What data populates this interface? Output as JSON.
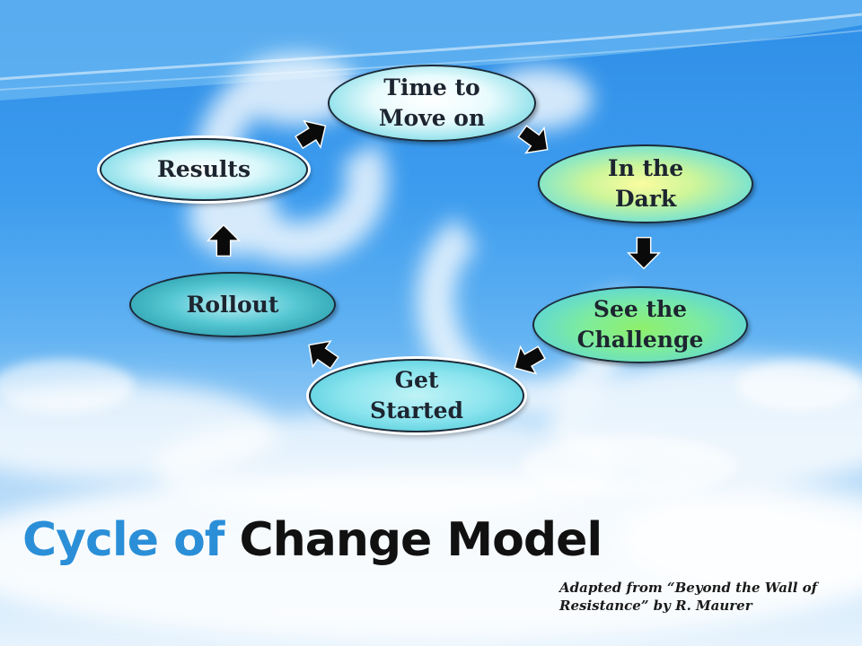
{
  "diagram": {
    "type": "cycle",
    "nodes": [
      {
        "id": "time",
        "label": "Time to\nMove on"
      },
      {
        "id": "dark",
        "label": "In the\nDark"
      },
      {
        "id": "see",
        "label": "See the\nChallenge"
      },
      {
        "id": "get",
        "label": "Get\nStarted"
      },
      {
        "id": "rollout",
        "label": "Rollout"
      },
      {
        "id": "results",
        "label": "Results"
      }
    ],
    "edges": [
      {
        "from": "time",
        "to": "dark"
      },
      {
        "from": "dark",
        "to": "see"
      },
      {
        "from": "see",
        "to": "get"
      },
      {
        "from": "get",
        "to": "rollout"
      },
      {
        "from": "rollout",
        "to": "results"
      },
      {
        "from": "results",
        "to": "time"
      }
    ]
  },
  "title": {
    "part1": "Cycle of",
    "part2": "Change Model"
  },
  "credit": {
    "line1": "Adapted from “Beyond the Wall of",
    "line2": "Resistance” by  R. Maurer"
  },
  "colors": {
    "title_accent": "#2b8fd8",
    "arrow": "#0a0a0a"
  }
}
